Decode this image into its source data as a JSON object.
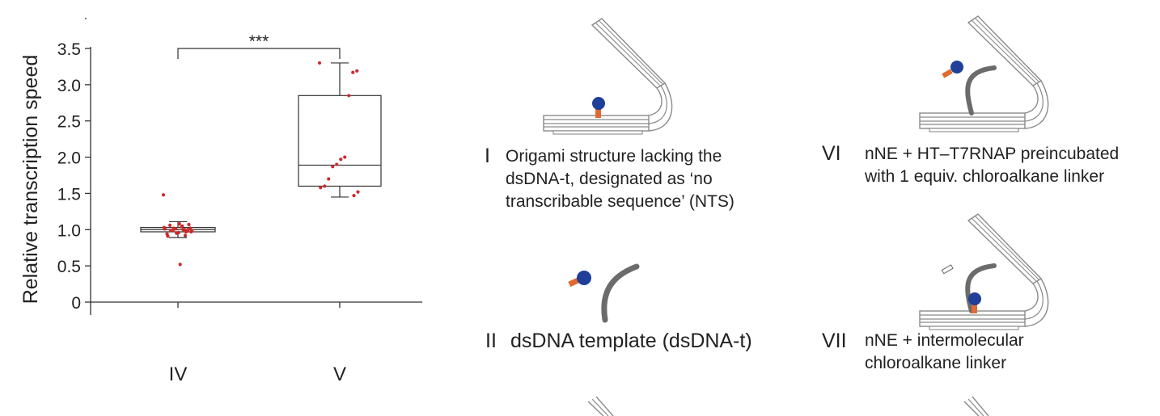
{
  "chart_data": {
    "type": "box",
    "ylabel": "Relative transcription speed",
    "yticks": [
      "0",
      "0.5",
      "1.0",
      "1.5",
      "2.0",
      "2.5",
      "3.0",
      "3.5"
    ],
    "ylim": [
      0,
      3.5
    ],
    "categories": [
      "IV",
      "V"
    ],
    "significance": "***",
    "boxes": [
      {
        "category": "IV",
        "q1": 0.97,
        "median": 1.0,
        "q3": 1.03,
        "whisker_low": 0.89,
        "whisker_high": 1.11,
        "points": [
          1.48,
          1.02,
          0.98,
          1.0,
          1.04,
          0.96,
          1.01,
          0.99,
          1.06,
          0.94,
          1.03,
          0.97,
          1.0,
          0.92,
          1.05,
          1.08,
          0.95,
          1.02,
          0.99,
          0.91,
          1.01,
          0.98,
          1.07,
          0.97,
          1.0,
          0.52
        ]
      },
      {
        "category": "V",
        "q1": 1.6,
        "median": 1.89,
        "q3": 2.85,
        "whisker_low": 1.45,
        "whisker_high": 3.3,
        "points": [
          3.3,
          3.19,
          3.17,
          2.85,
          2.0,
          1.97,
          1.9,
          1.87,
          1.7,
          1.6,
          1.58,
          1.52,
          1.47
        ]
      }
    ]
  },
  "panels": [
    {
      "numeral": "I",
      "text_lines": [
        "Origami structure lacking the",
        "dsDNA-t, designated as ‘no",
        "transcribable sequence’ (NTS)"
      ]
    },
    {
      "numeral": "II",
      "text_lines": [
        "dsDNA template (dsDNA-t)"
      ]
    },
    {
      "numeral": "VI",
      "text_lines": [
        "nNE + HT–T7RNAP preincubated",
        "with 1 equiv. chloroalkane linker"
      ]
    },
    {
      "numeral": "VII",
      "text_lines": [
        "nNE + intermolecular",
        "chloroalkane linker"
      ]
    }
  ],
  "colors": {
    "points": "#cc2a2a",
    "protein_ball": "#1f3f99",
    "linker": "#e06a32",
    "dna_strand": "#6b6b6b",
    "origami": "#8a8a8a"
  }
}
